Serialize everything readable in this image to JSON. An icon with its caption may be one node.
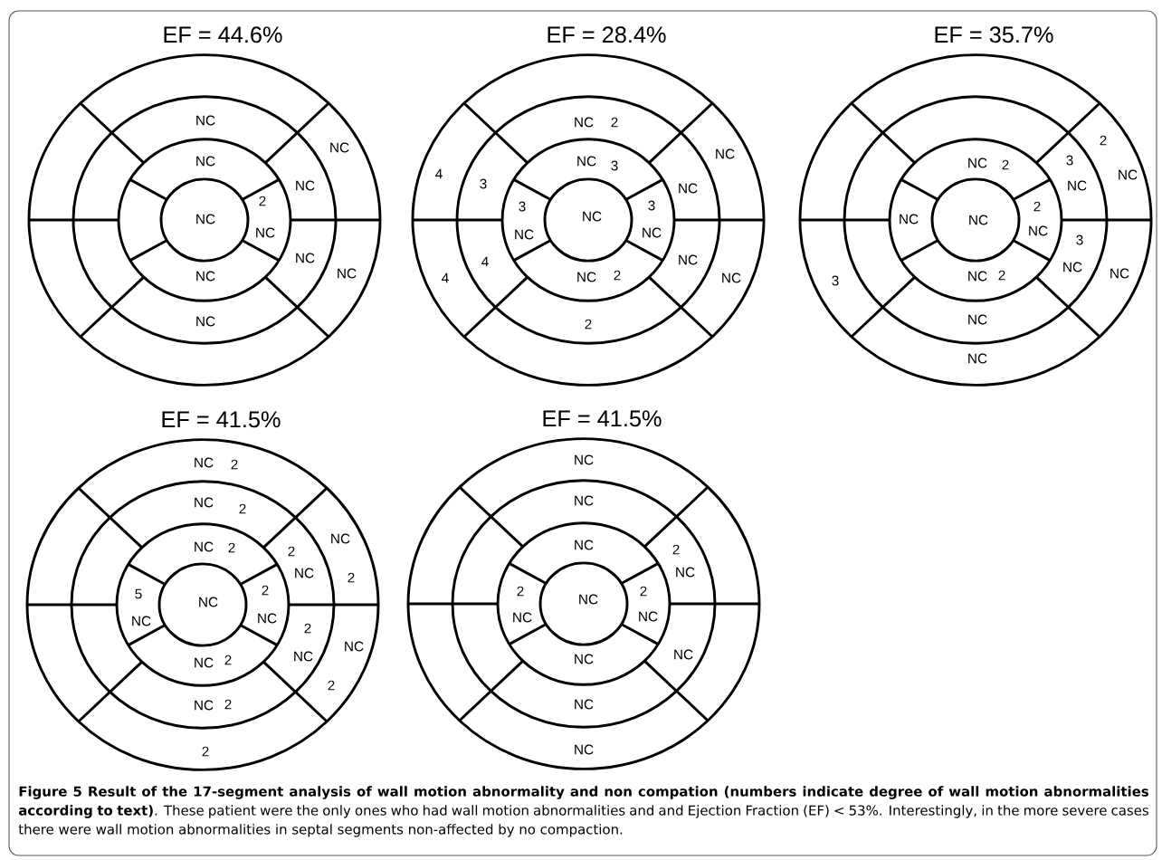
{
  "diagram": {
    "caption": "**Figure 5 Result of the 17-segment analysis of wall motion abnormality and non compation (numbers indicate degree of wall motion abnormalities according to text)**. These patient were the only ones who had wall motion abnormalities and and Ejection Fraction (EF) < 53%. Interestingly, in the more severe cases there were wall motion abnormalities in septal segments non-affected by no compaction.",
    "nodes": [
      {
        "text": [
          "EF = 44.6%"
        ]
      },
      {
        "text": [
          "EF = 28.4%"
        ]
      },
      {
        "text": [
          "EF = 35.7%"
        ]
      },
      {
        "text": [
          "EF = 41.5%"
        ]
      },
      {
        "text": [
          "EF = 41.5%"
        ]
      }
    ],
    "labels": [
      "NC",
      "NC",
      "NC",
      "NC",
      "2",
      "NC",
      "NC",
      "NC",
      "NC",
      "NC",
      "NC",
      "NC",
      "2",
      "NC",
      "NC",
      "3",
      "4",
      "3",
      "NC",
      "3",
      "3",
      "NC",
      "NC",
      "NC",
      "4",
      "NC",
      "4",
      "NC",
      "2",
      "NC",
      "2",
      "2",
      "NC",
      "2",
      "3",
      "NC",
      "NC",
      "2",
      "NC",
      "NC",
      "NC",
      "3",
      "NC",
      "NC",
      "2",
      "NC",
      "3",
      "NC",
      "NC",
      "NC",
      "2",
      "NC",
      "2",
      "NC",
      "NC",
      "2",
      "2",
      "NC",
      "2",
      "5",
      "2",
      "NC",
      "NC",
      "NC",
      "2",
      "NC",
      "NC",
      "NC",
      "2",
      "2",
      "NC",
      "2",
      "2",
      "NC",
      "NC",
      "NC",
      "2",
      "NC",
      "2",
      "2",
      "NC",
      "NC",
      "NC",
      "NC",
      "NC",
      "NC",
      "NC"
    ]
  }
}
